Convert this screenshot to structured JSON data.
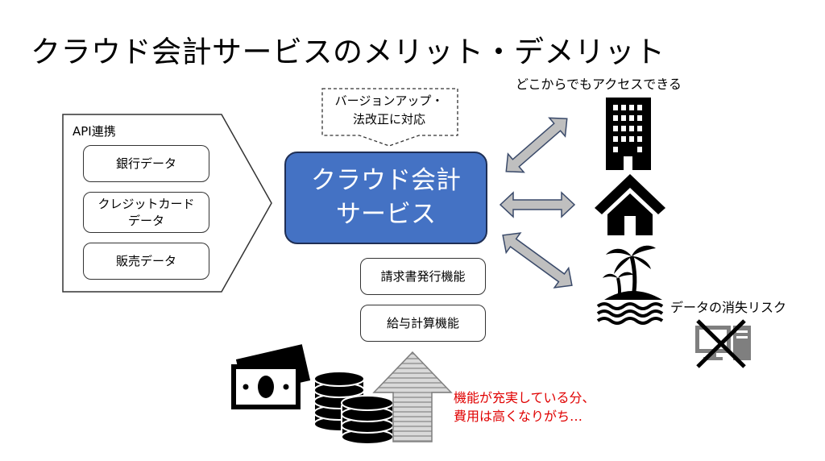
{
  "title": "クラウド会計サービスのメリット・デメリット",
  "anywhere_label": "どこからでもアクセスできる",
  "api_panel": {
    "label": "API連携",
    "items": [
      {
        "label": "銀行データ"
      },
      {
        "label_line1": "クレジットカード",
        "label_line2": "データ"
      },
      {
        "label": "販売データ"
      }
    ]
  },
  "update_note": {
    "line1": "バージョンアップ・",
    "line2": "法改正に対応"
  },
  "center": {
    "line1": "クラウド会計",
    "line2": "サービス"
  },
  "functions": [
    "請求書発行機能",
    "給与計算機能"
  ],
  "data_loss_label": "データの消失リスク",
  "cost_note": {
    "line1": "機能が充実している分、",
    "line2": "費用は高くなりがち…",
    "color": "#e00000"
  },
  "colors": {
    "center_box": "#4472c4",
    "arrow_fill": "#bfbfbf",
    "arrow_stroke": "#3a4a6a"
  },
  "icons": [
    "office-building-icon",
    "house-icon",
    "island-icon",
    "crossed-computer-icon",
    "cash-bill-icon",
    "coin-stack-icon",
    "up-arrow-icon"
  ]
}
